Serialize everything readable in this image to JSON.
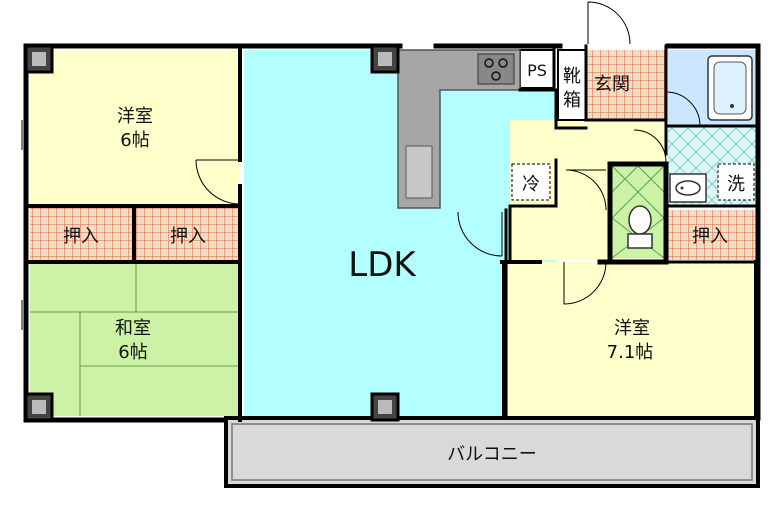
{
  "rooms": {
    "western_1": {
      "label": "洋室",
      "size": "6帖"
    },
    "closet_1": {
      "label": "押入"
    },
    "closet_2": {
      "label": "押入"
    },
    "japanese": {
      "label": "和室",
      "size": "6帖"
    },
    "ldk": {
      "label": "LDK"
    },
    "ps": {
      "label": "PS"
    },
    "shoe_box": {
      "label_1": "靴",
      "label_2": "箱"
    },
    "entrance": {
      "label": "玄関"
    },
    "fridge": {
      "label": "冷"
    },
    "washer": {
      "label": "洗"
    },
    "closet_3": {
      "label": "押入"
    },
    "western_2": {
      "label": "洋室",
      "size": "7.1帖"
    },
    "balcony": {
      "label": "バルコニー"
    }
  },
  "colors": {
    "western": "#ffffcc",
    "japanese": "#ccf2a6",
    "ldk": "#b3ffff",
    "closet": "#f2dcc2",
    "closet_grid": "#e06040",
    "bath": "#cce6ff",
    "washroom_grid": "#9fe0e0",
    "toilet": "#ccf2a6",
    "balcony": "#d9d9d9",
    "counter": "#a6a6a6",
    "wall": "#000000"
  }
}
